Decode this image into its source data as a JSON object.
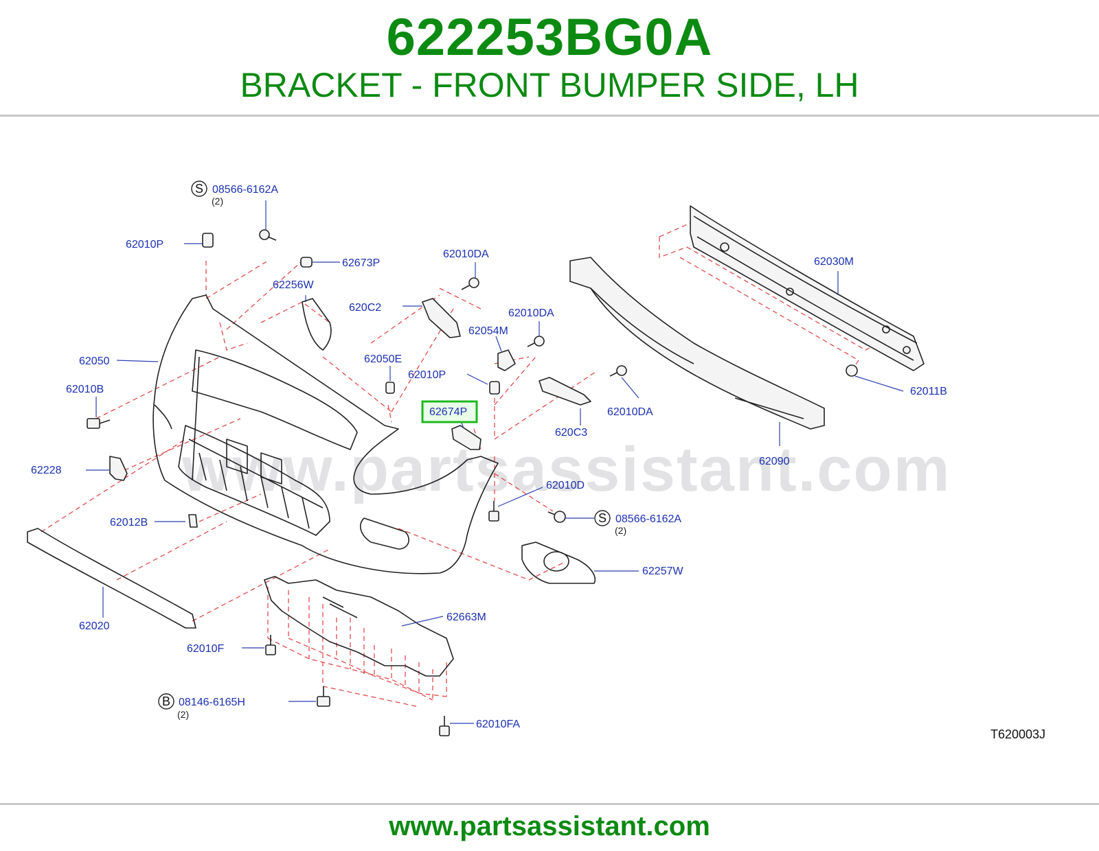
{
  "header": {
    "part_number": "622253BG0A",
    "part_name": "BRACKET - FRONT BUMPER SIDE, LH"
  },
  "diagram": {
    "watermark": "www.partsassistant.com",
    "reference_code": "T620003J",
    "highlighted_part": "62674P",
    "highlight_color": "#1db81d",
    "labels": {
      "s_08566_top": "08566-6162A",
      "s_08566_top_qty": "(2)",
      "p62010P_top": "62010P",
      "p62673P": "62673P",
      "p62256W": "62256W",
      "p62010DA_a": "62010DA",
      "p620C2": "620C2",
      "p62010DA_b": "62010DA",
      "p62054M": "62054M",
      "p62050": "62050",
      "p62050E": "62050E",
      "p62010P_mid": "62010P",
      "p62010B": "62010B",
      "p62674P": "62674P",
      "p620C3": "620C3",
      "p62010DA_c": "62010DA",
      "p62030M": "62030M",
      "p62011B": "62011B",
      "p62090": "62090",
      "p62228": "62228",
      "p62010D": "62010D",
      "s_08566_bottom": "08566-6162A",
      "s_08566_bottom_qty": "(2)",
      "p62012B": "62012B",
      "p62257W": "62257W",
      "p62663M": "62663M",
      "p62020": "62020",
      "p62010F": "62010F",
      "b_08146": "08146-6165H",
      "b_08146_qty": "(2)",
      "p62010FA": "62010FA"
    },
    "badges": {
      "s": "S",
      "b": "B"
    }
  },
  "footer": {
    "url": "www.partsassistant.com"
  }
}
